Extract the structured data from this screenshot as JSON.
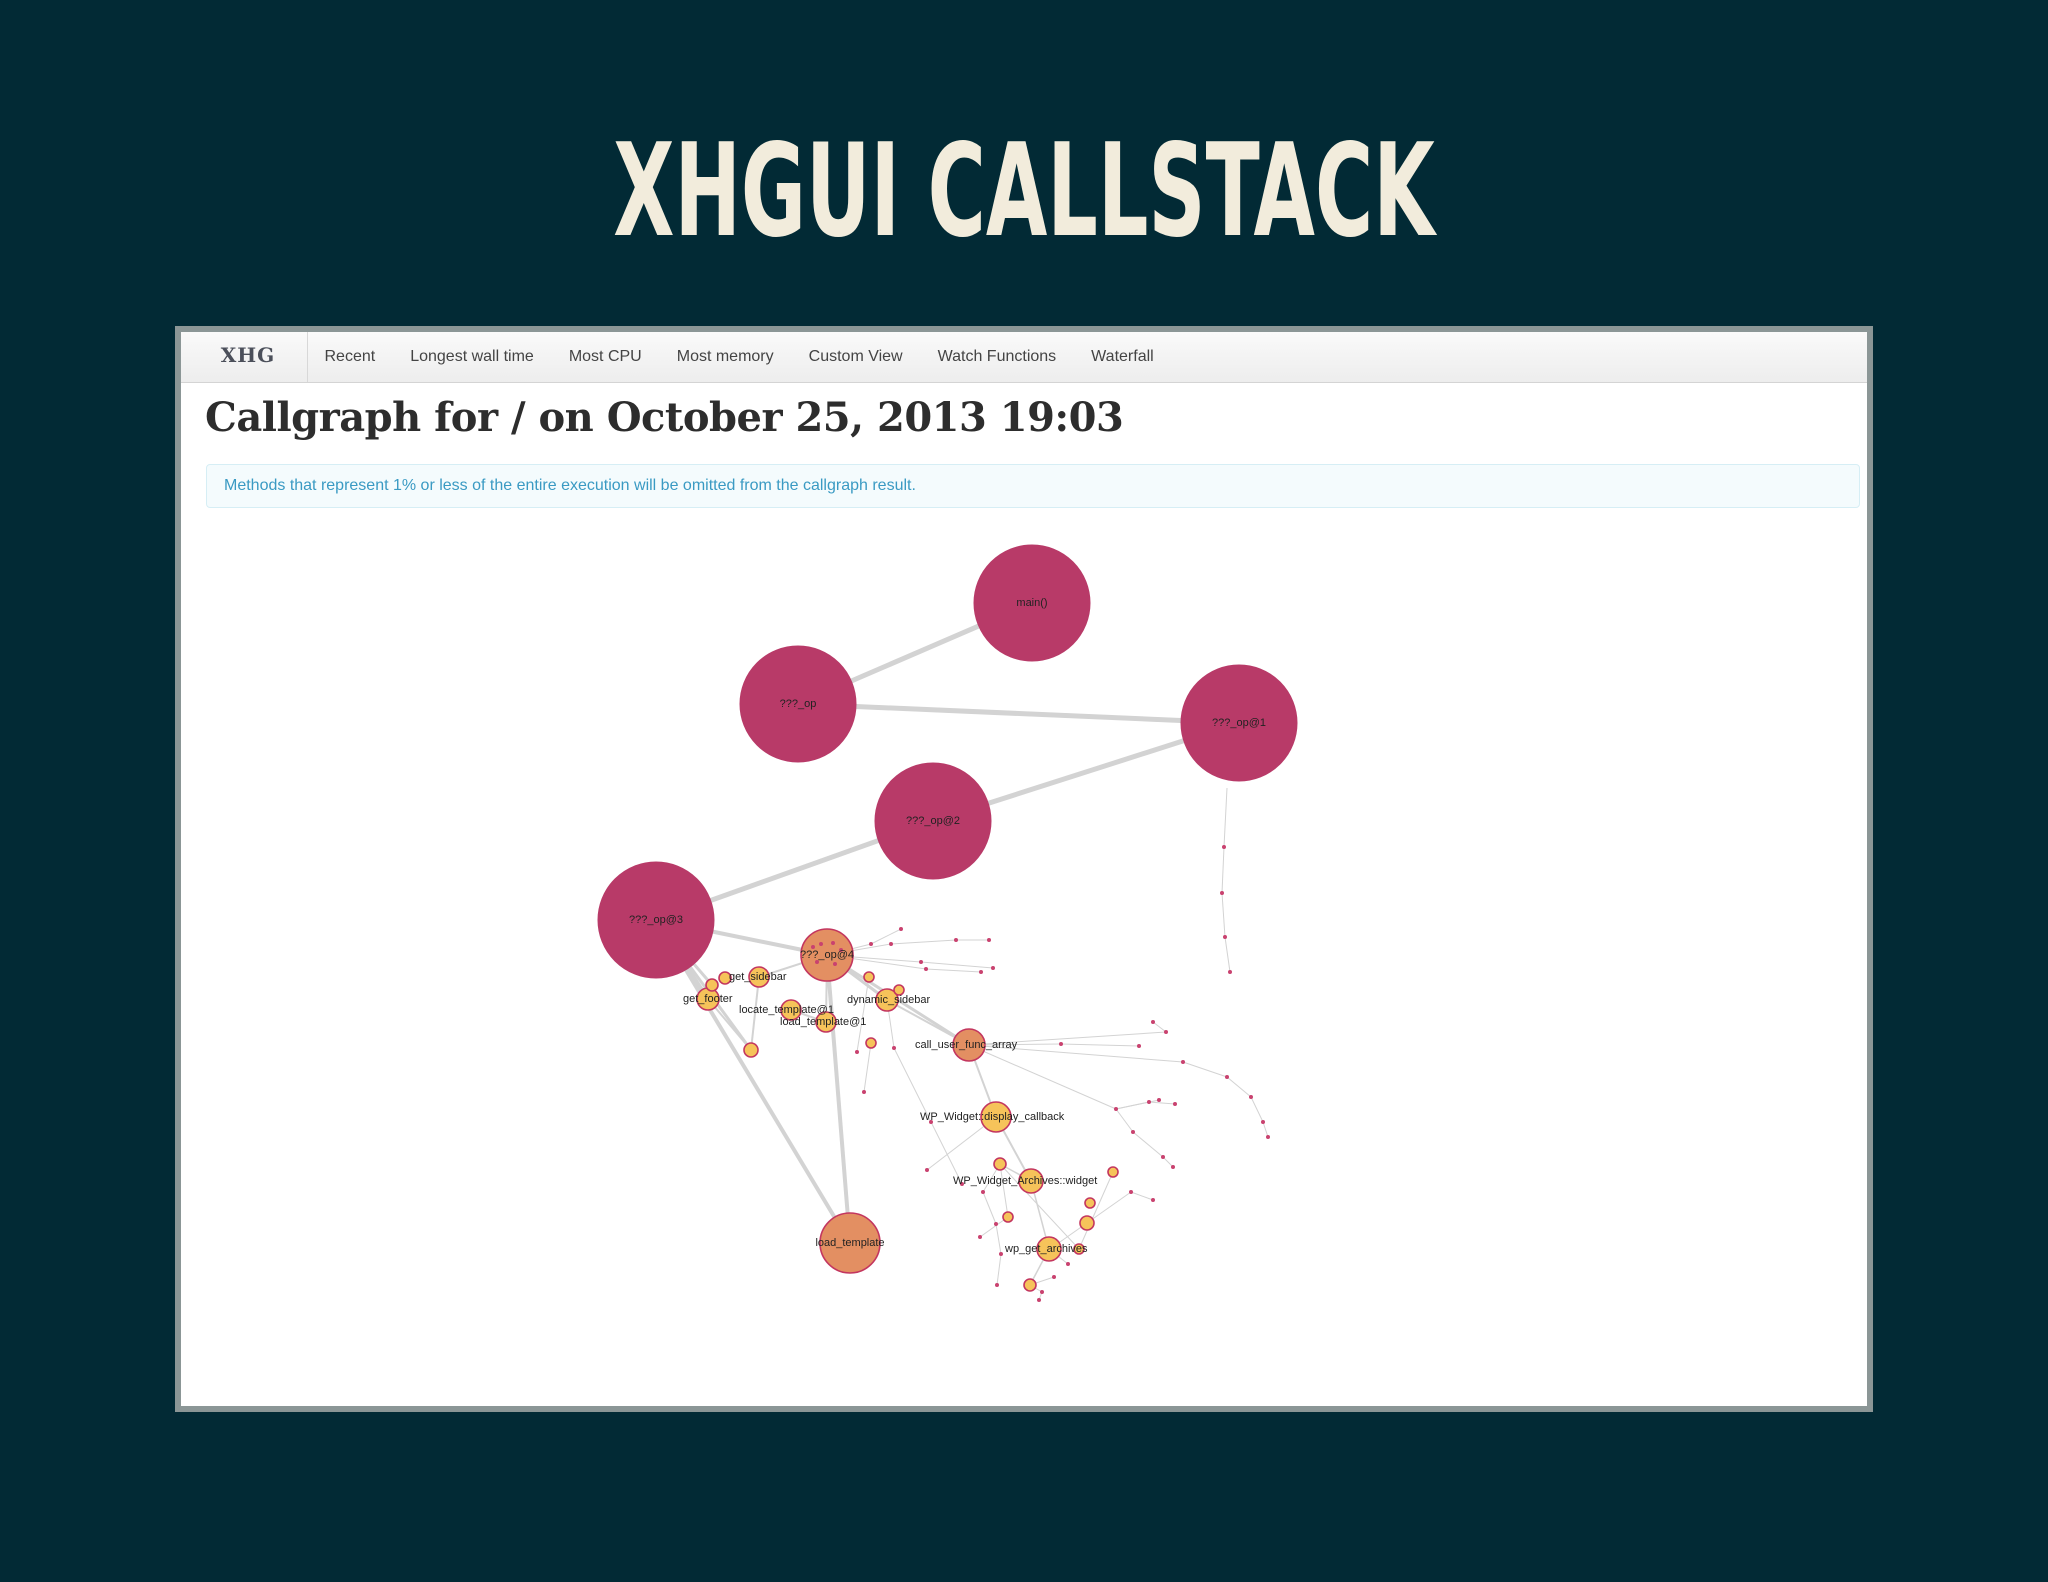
{
  "slide": {
    "title": "XHGUI CALLSTACK"
  },
  "navbar": {
    "brand": "XHG",
    "items": [
      {
        "id": "recent",
        "label": "Recent"
      },
      {
        "id": "longest-wall-time",
        "label": "Longest wall time"
      },
      {
        "id": "most-cpu",
        "label": "Most CPU"
      },
      {
        "id": "most-memory",
        "label": "Most memory"
      },
      {
        "id": "custom-view",
        "label": "Custom View"
      },
      {
        "id": "watch-functions",
        "label": "Watch Functions"
      },
      {
        "id": "waterfall",
        "label": "Waterfall"
      }
    ]
  },
  "page": {
    "heading": "Callgraph for / on October 25, 2013 19:03",
    "notice": "Methods that represent 1% or less of the entire execution will be omitted from the callgraph result."
  },
  "callgraph": {
    "colors": {
      "major": "#b83a68",
      "mid": "#e38f62",
      "minor": "#f6c35a",
      "stroke": "#c3365f",
      "edge": "#d3d3d3"
    },
    "labels": {
      "main": "main()",
      "op": "???_op",
      "op1": "???_op@1",
      "op2": "???_op@2",
      "op3": "???_op@3",
      "op4": "???_op@4",
      "get_sidebar": "get_sidebar",
      "get_footer": "get_footer",
      "dynamic_sidebar": "dynamic_sidebar",
      "locate_template1": "locate_template@1",
      "load_template1": "load_template@1",
      "call_user_func_array": "call_user_func_array",
      "wp_widget_display_callback": "WP_Widget::display_callback",
      "wp_widget_archives_widget": "WP_Widget_Archives::widget",
      "wp_get_archives": "wp_get_archives",
      "load_template": "load_template"
    }
  }
}
